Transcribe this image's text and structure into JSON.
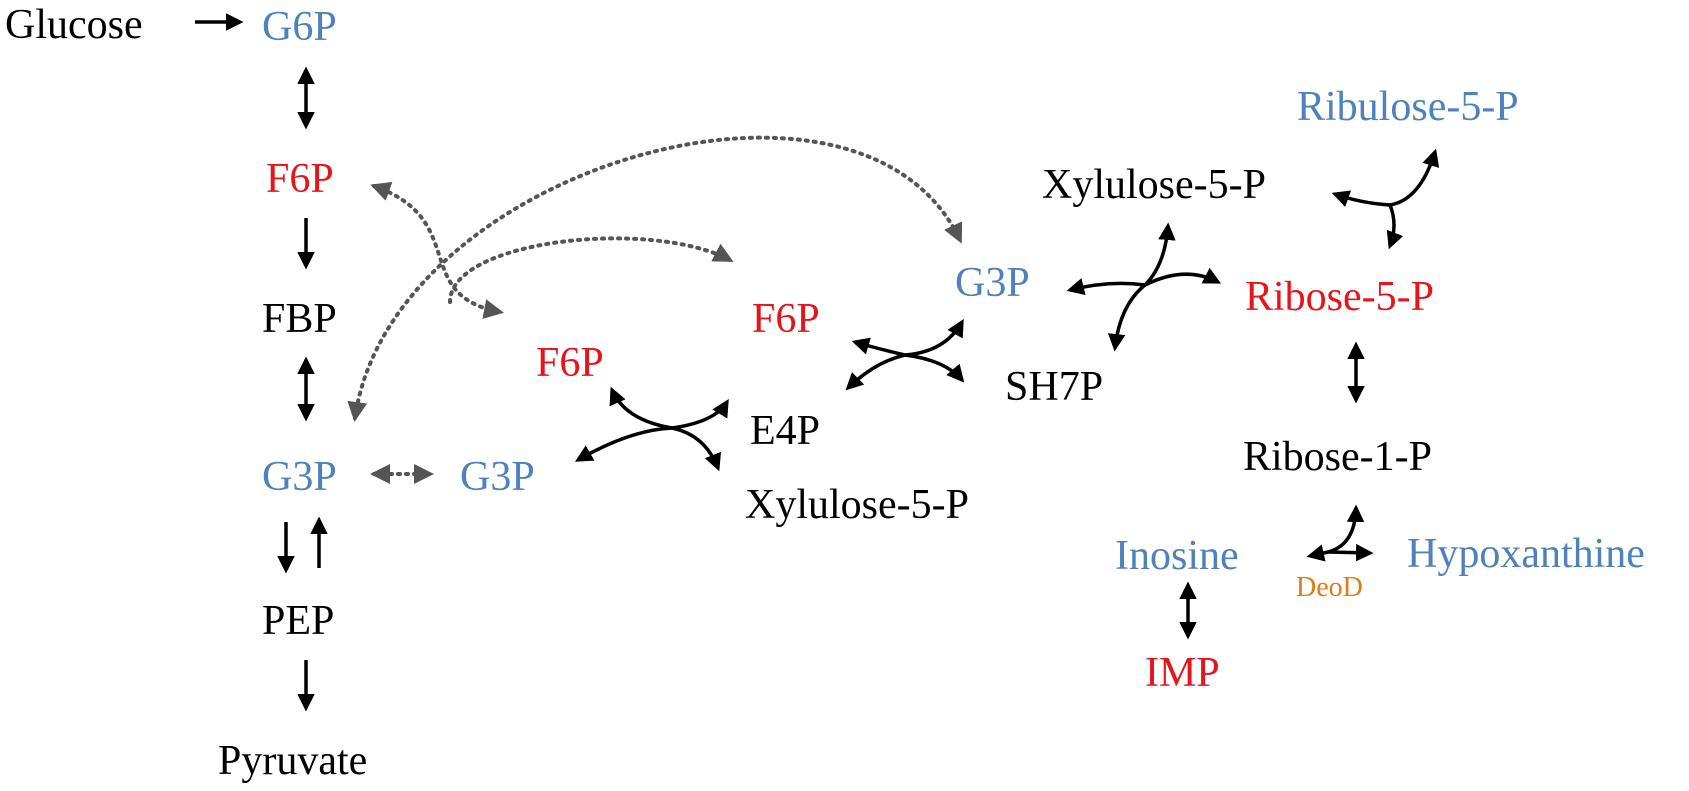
{
  "colors": {
    "plain": "#000000",
    "highlight_red": "#e8141c",
    "highlight_blue": "#4f81bd",
    "enzyme": "#e07b1a",
    "dotted_arrow": "#555555"
  },
  "metabolites": {
    "glucose": "Glucose",
    "g6p": "G6P",
    "f6p_top": "F6P",
    "fbp": "FBP",
    "g3p_left": "G3P",
    "g3p_mid": "G3P",
    "pep": "PEP",
    "pyruvate": "Pyruvate",
    "f6p_lower": "F6P",
    "f6p_upper": "F6P",
    "e4p": "E4P",
    "xylulose_5p_lower": "Xylulose-5-P",
    "g3p_right": "G3P",
    "sh7p": "SH7P",
    "xylulose_5p_upper": "Xylulose-5-P",
    "ribulose_5p": "Ribulose-5-P",
    "ribose_5p": "Ribose-5-P",
    "ribose_1p": "Ribose-1-P",
    "inosine": "Inosine",
    "hypoxanthine": "Hypoxanthine",
    "imp": "IMP"
  },
  "enzymes": {
    "deod": "DeoD"
  }
}
